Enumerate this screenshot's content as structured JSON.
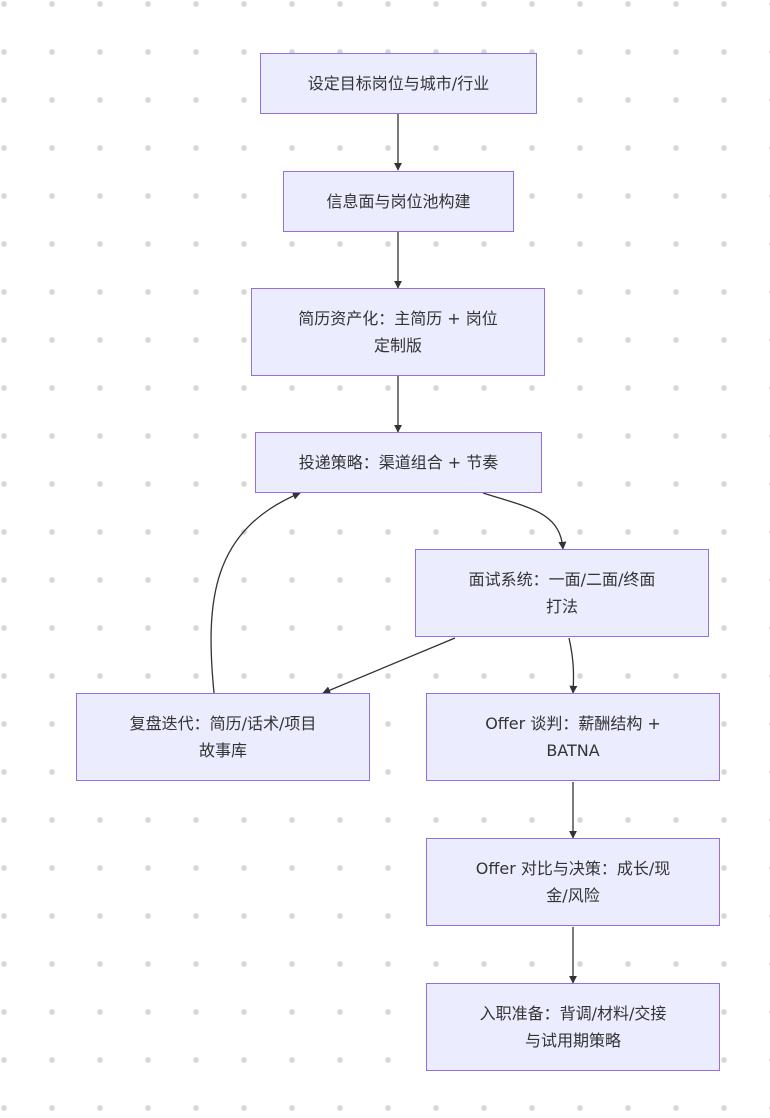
{
  "diagram": {
    "type": "flowchart",
    "nodes": [
      {
        "id": "n1",
        "label": "设定目标岗位与城市/行业"
      },
      {
        "id": "n2",
        "label": "信息面与岗位池构建"
      },
      {
        "id": "n3",
        "label": "简历资产化：主简历 + 岗位定制版"
      },
      {
        "id": "n4",
        "label": "投递策略：渠道组合 + 节奏"
      },
      {
        "id": "n5",
        "label": "面试系统：一面/二面/终面打法"
      },
      {
        "id": "n6",
        "label": "复盘迭代：简历/话术/项目故事库"
      },
      {
        "id": "n7",
        "label": "Offer 谈判：薪酬结构 + BATNA"
      },
      {
        "id": "n8",
        "label": "Offer 对比与决策：成长/现金/风险"
      },
      {
        "id": "n9",
        "label": "入职准备：背调/材料/交接与试用期策略"
      }
    ],
    "edges": [
      {
        "from": "n1",
        "to": "n2"
      },
      {
        "from": "n2",
        "to": "n3"
      },
      {
        "from": "n3",
        "to": "n4"
      },
      {
        "from": "n4",
        "to": "n5"
      },
      {
        "from": "n5",
        "to": "n6"
      },
      {
        "from": "n6",
        "to": "n4"
      },
      {
        "from": "n5",
        "to": "n7"
      },
      {
        "from": "n7",
        "to": "n8"
      },
      {
        "from": "n8",
        "to": "n9"
      }
    ]
  },
  "display": {
    "n1": [
      "设定目标岗位与城市/行业"
    ],
    "n2": [
      "信息面与岗位池构建"
    ],
    "n3": [
      "简历资产化：主简历 + 岗位",
      "定制版"
    ],
    "n4": [
      "投递策略：渠道组合 + 节奏"
    ],
    "n5": [
      "面试系统：一面/二面/终面",
      "打法"
    ],
    "n6": [
      "复盘迭代：简历/话术/项目",
      "故事库"
    ],
    "n7": [
      "Offer 谈判：薪酬结构 +",
      "BATNA"
    ],
    "n8": [
      "Offer 对比与决策：成长/现",
      "金/风险"
    ],
    "n9": [
      "入职准备：背调/材料/交接",
      "与试用期策略"
    ]
  },
  "colors": {
    "node_fill": "#ececff",
    "node_border": "#9370db",
    "edge": "#333333",
    "text": "#333333",
    "dot_grid": "#d6d6d6",
    "background": "#ffffff"
  }
}
